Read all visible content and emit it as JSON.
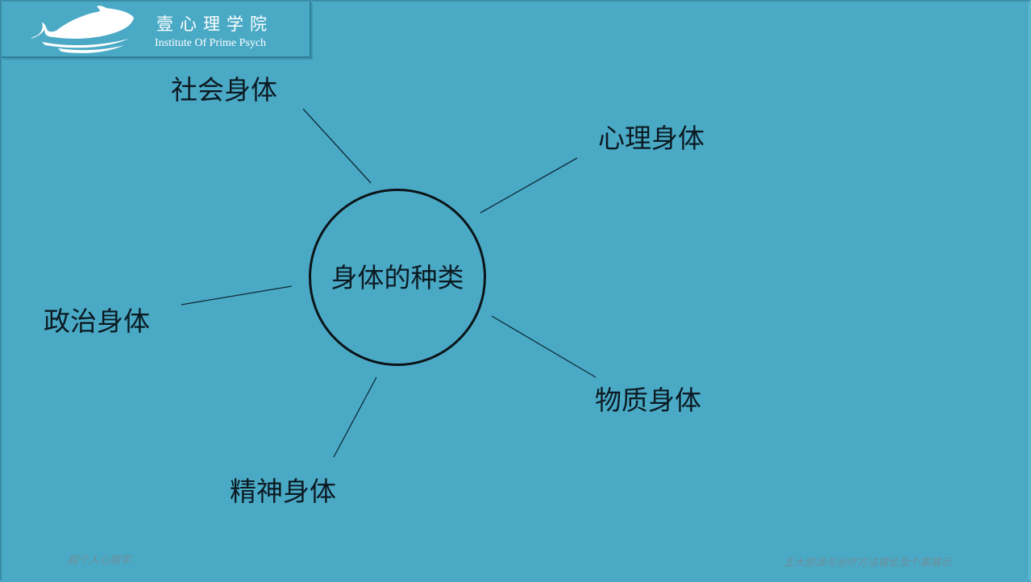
{
  "logo": {
    "icon": "whale-icon",
    "name_cn": "壹心理学院",
    "name_en": "Institute Of  Prime Psych"
  },
  "diagram": {
    "center": "身体的种类",
    "nodes": [
      {
        "label": "社会身体",
        "position": "top-left"
      },
      {
        "label": "心理身体",
        "position": "top-right"
      },
      {
        "label": "政治身体",
        "position": "left"
      },
      {
        "label": "物质身体",
        "position": "bottom-right"
      },
      {
        "label": "精神身体",
        "position": "bottom-left"
      }
    ]
  },
  "footer": {
    "left": "超个人心理学",
    "right": "五大部派与治疗方法理论及个案展示"
  },
  "colors": {
    "background": "#4aaac6",
    "text": "#0c1a22",
    "logo_text": "#ffffff"
  }
}
